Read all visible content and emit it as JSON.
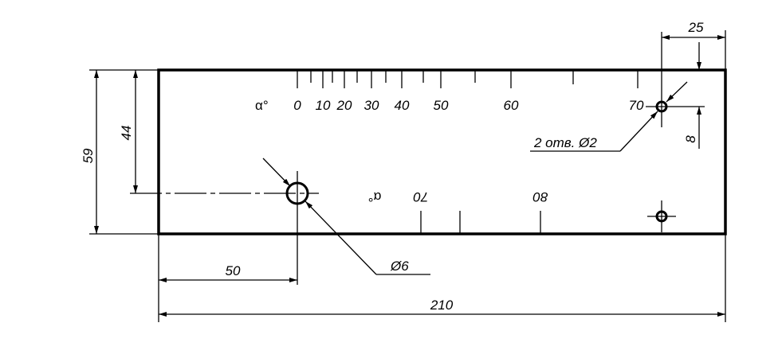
{
  "drawing": {
    "dimensions": {
      "overall_length": "210",
      "overall_height": "59",
      "hole_height": "44",
      "hole_offset": "50",
      "small_hole_offset": "25",
      "small_hole_vertical": "8"
    },
    "callouts": {
      "big_hole": "Ø6",
      "small_holes": "2 отв. Ø2"
    },
    "top_scale": {
      "symbol": "α°",
      "labels": [
        "0",
        "10",
        "20",
        "30",
        "40",
        "50",
        "60",
        "70"
      ]
    },
    "bottom_scale": {
      "symbol": "α°",
      "labels": [
        "70",
        "80"
      ]
    }
  }
}
